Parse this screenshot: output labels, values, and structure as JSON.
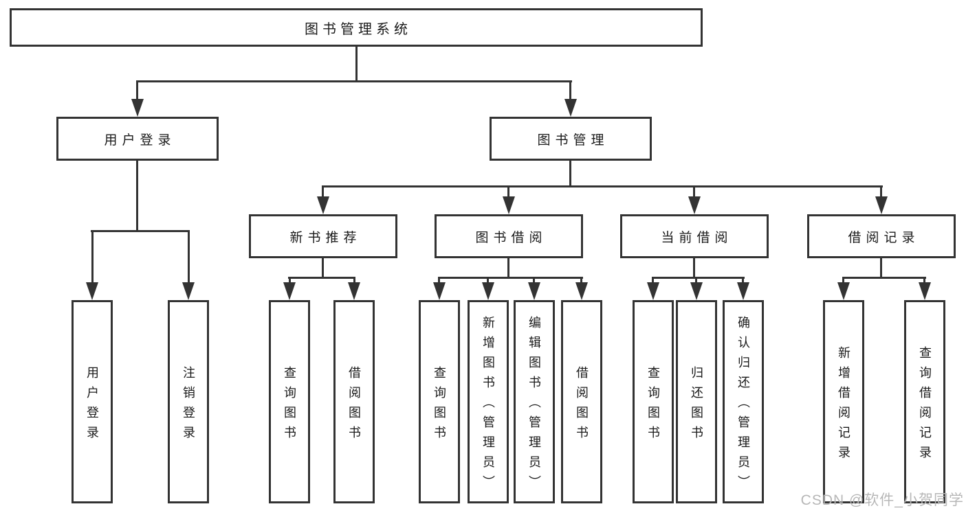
{
  "diagram_type": "hierarchy-tree",
  "colors": {
    "line": "#333333",
    "box_border": "#333333",
    "text": "#1a1a1a",
    "background": "#ffffff",
    "watermark": "#b7b7b7"
  },
  "tree": {
    "label": "图书管理系统",
    "children": [
      {
        "label": "用户登录",
        "children": [
          {
            "label": "用户登录"
          },
          {
            "label": "注销登录"
          }
        ]
      },
      {
        "label": "图书管理",
        "children": [
          {
            "label": "新书推荐",
            "children": [
              {
                "label": "查询图书"
              },
              {
                "label": "借阅图书"
              }
            ]
          },
          {
            "label": "图书借阅",
            "children": [
              {
                "label": "查询图书"
              },
              {
                "label": "新增图书（管理员）"
              },
              {
                "label": "编辑图书（管理员）"
              },
              {
                "label": "借阅图书"
              }
            ]
          },
          {
            "label": "当前借阅",
            "children": [
              {
                "label": "查询图书"
              },
              {
                "label": "归还图书"
              },
              {
                "label": "确认归还（管理员）"
              }
            ]
          },
          {
            "label": "借阅记录",
            "children": [
              {
                "label": "新增借阅记录"
              },
              {
                "label": "查询借阅记录"
              }
            ]
          }
        ]
      }
    ]
  },
  "watermark": {
    "text": "CSDN @软件_小贺同学"
  }
}
